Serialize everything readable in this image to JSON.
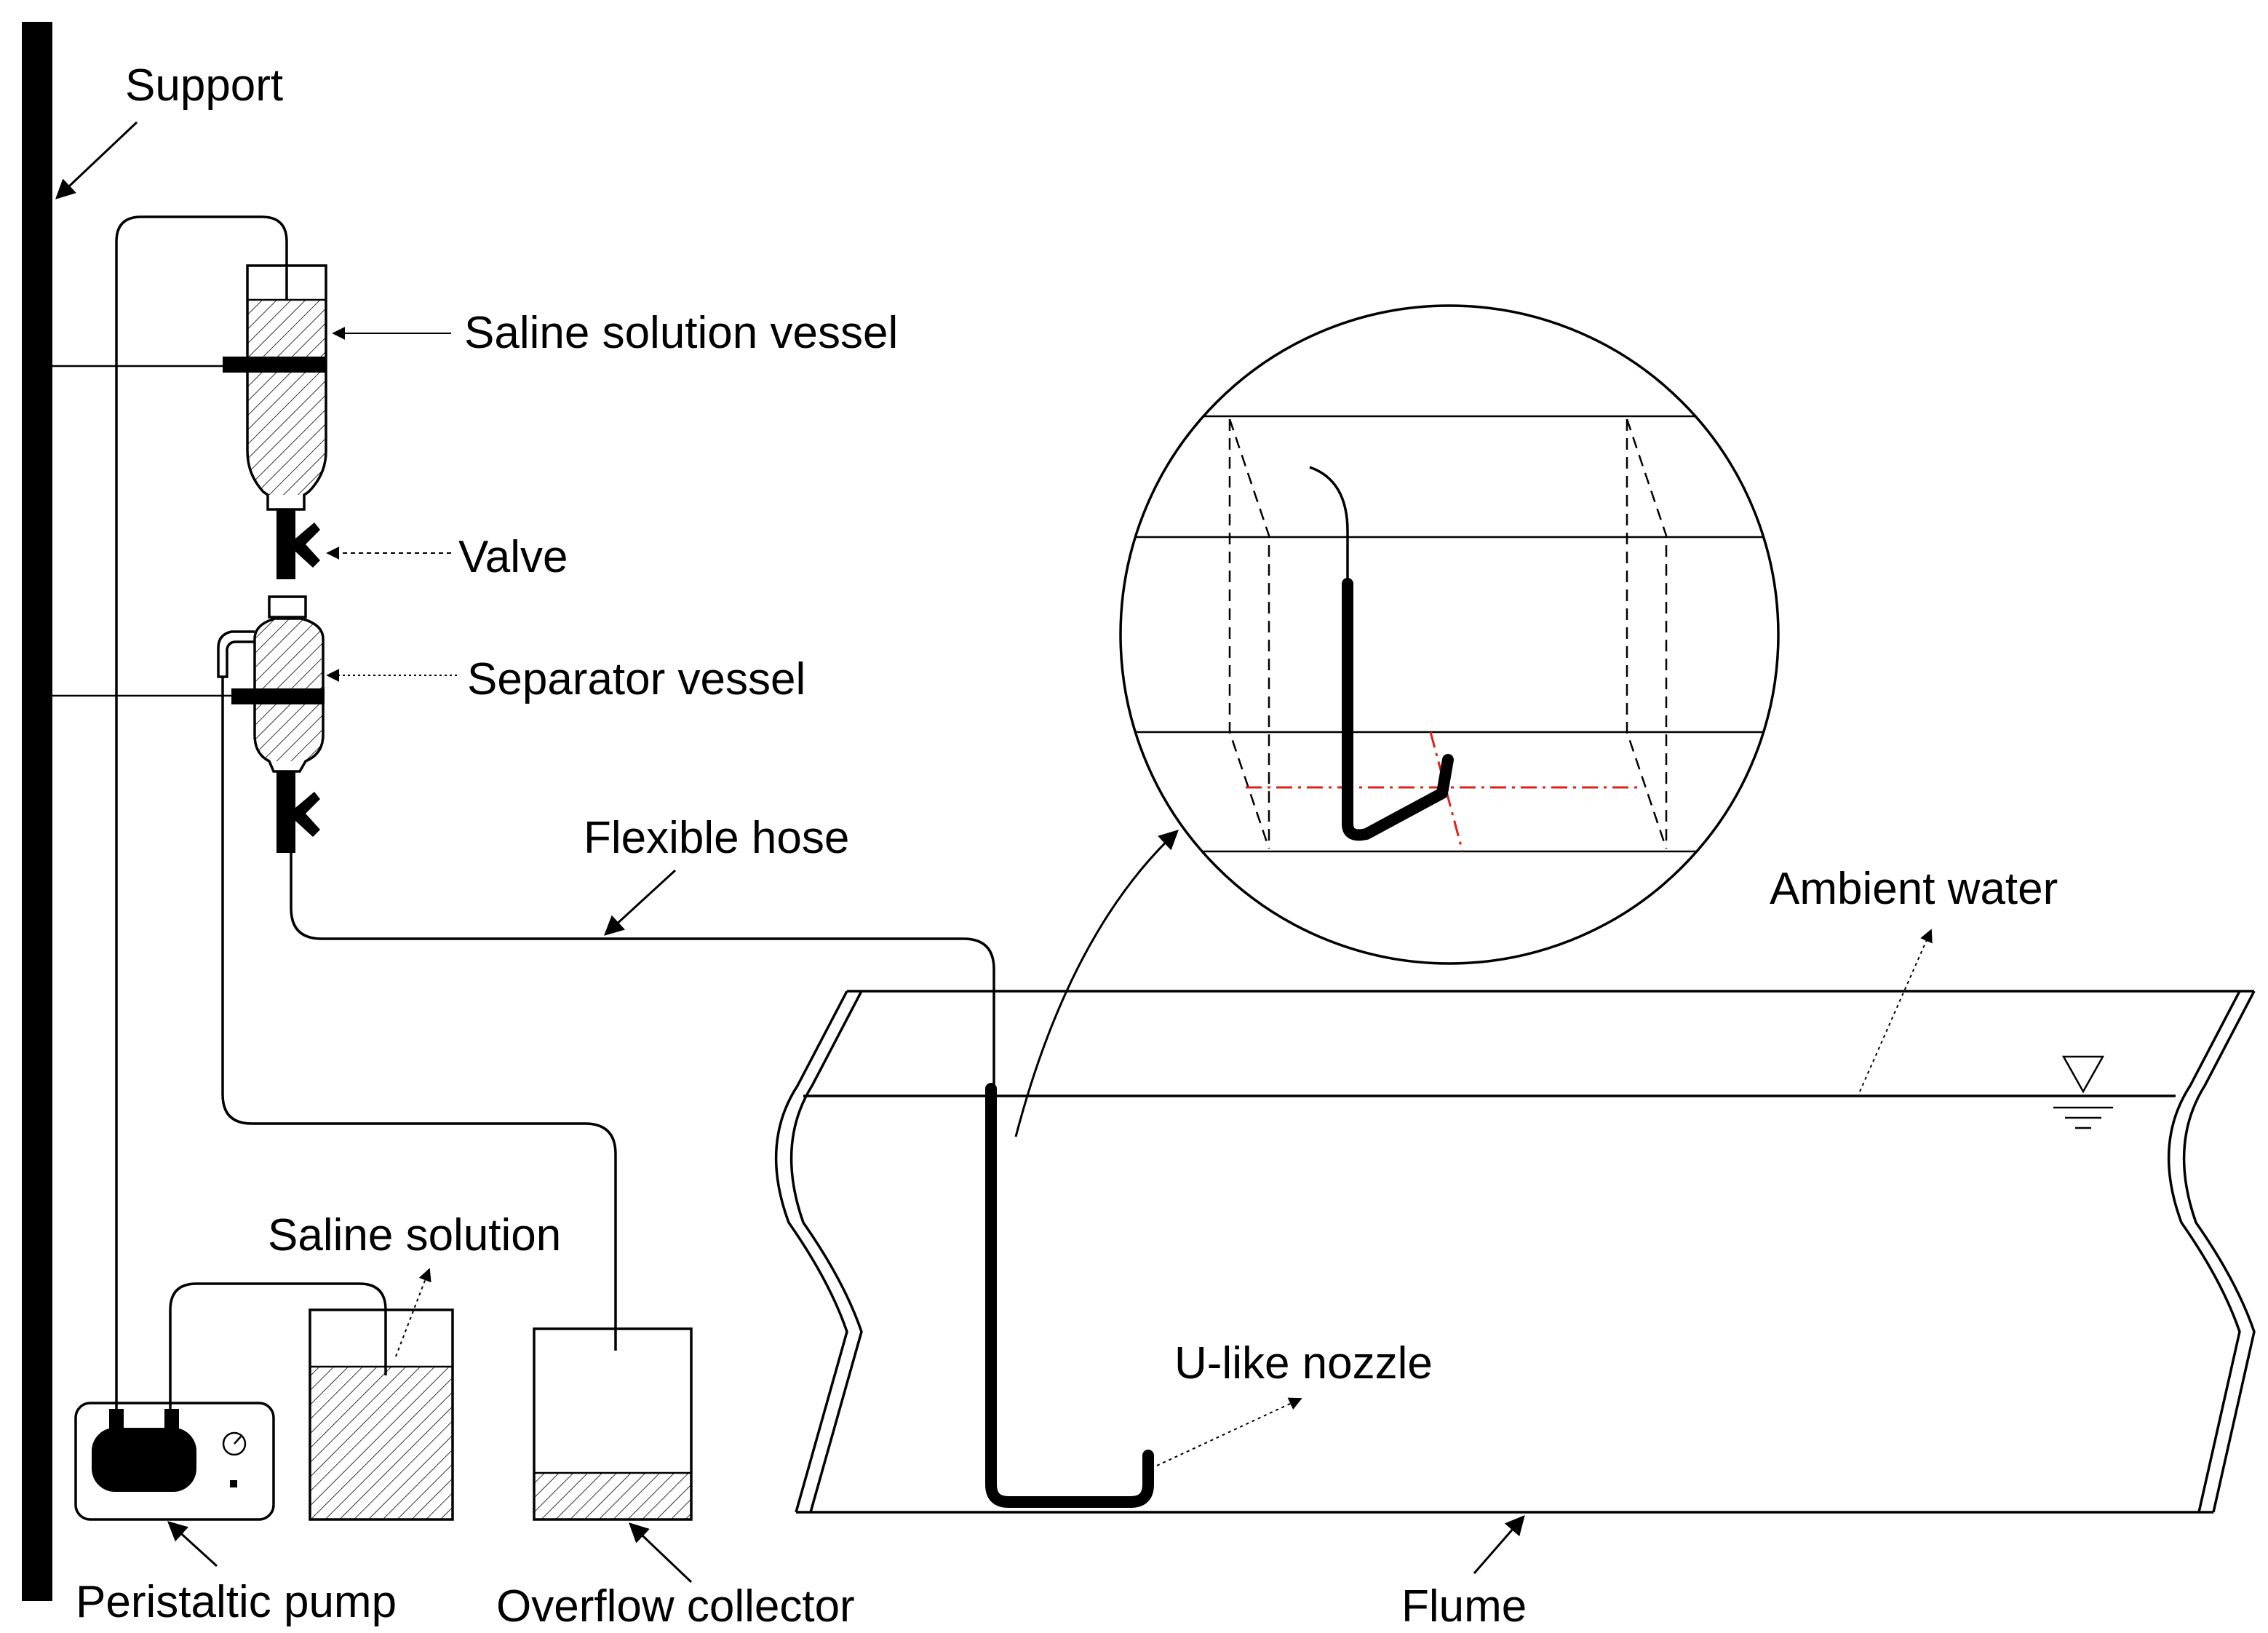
{
  "labels": {
    "support": "Support",
    "saline_solution_vessel": "Saline solution vessel",
    "valve": "Valve",
    "separator_vessel": "Separator vessel",
    "flexible_hose": "Flexible hose",
    "ambient_water": "Ambient water",
    "saline_solution": "Saline solution",
    "u_like_nozzle": "U-like nozzle",
    "peristaltic_pump": "Peristaltic pump",
    "overflow_collector": "Overflow collector",
    "flume": "Flume"
  },
  "colors": {
    "line": "#000000",
    "centerline": "#e0201a",
    "background": "#ffffff"
  }
}
